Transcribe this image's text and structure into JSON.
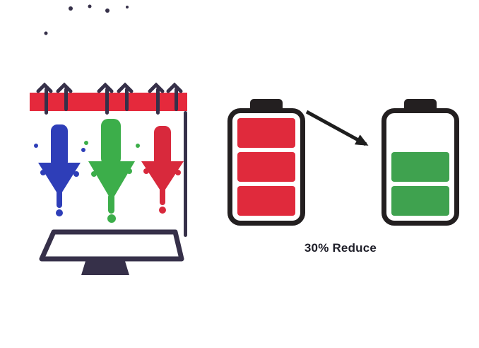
{
  "left_illustration": {
    "description": "finish-banner with dripping paint arrows above outlined laptop",
    "colors": {
      "banner": "#e5293c",
      "dark": "#363049",
      "splash_blue": "#2e3eb8",
      "splash_green": "#3cae4a",
      "splash_red": "#d8293c"
    }
  },
  "battery_comparison": {
    "before": {
      "icon": "battery-full-red-icon",
      "segments": 3,
      "fill": "#e02a3c"
    },
    "after": {
      "icon": "battery-two-thirds-green-icon",
      "segments": 2,
      "fill": "#3fa24f"
    },
    "outline_color": "#231f20",
    "arrow": {
      "icon": "diagonal-arrow-icon",
      "color": "#1e1e1e"
    },
    "caption": "30% Reduce",
    "caption_color": "#1e1e28"
  }
}
